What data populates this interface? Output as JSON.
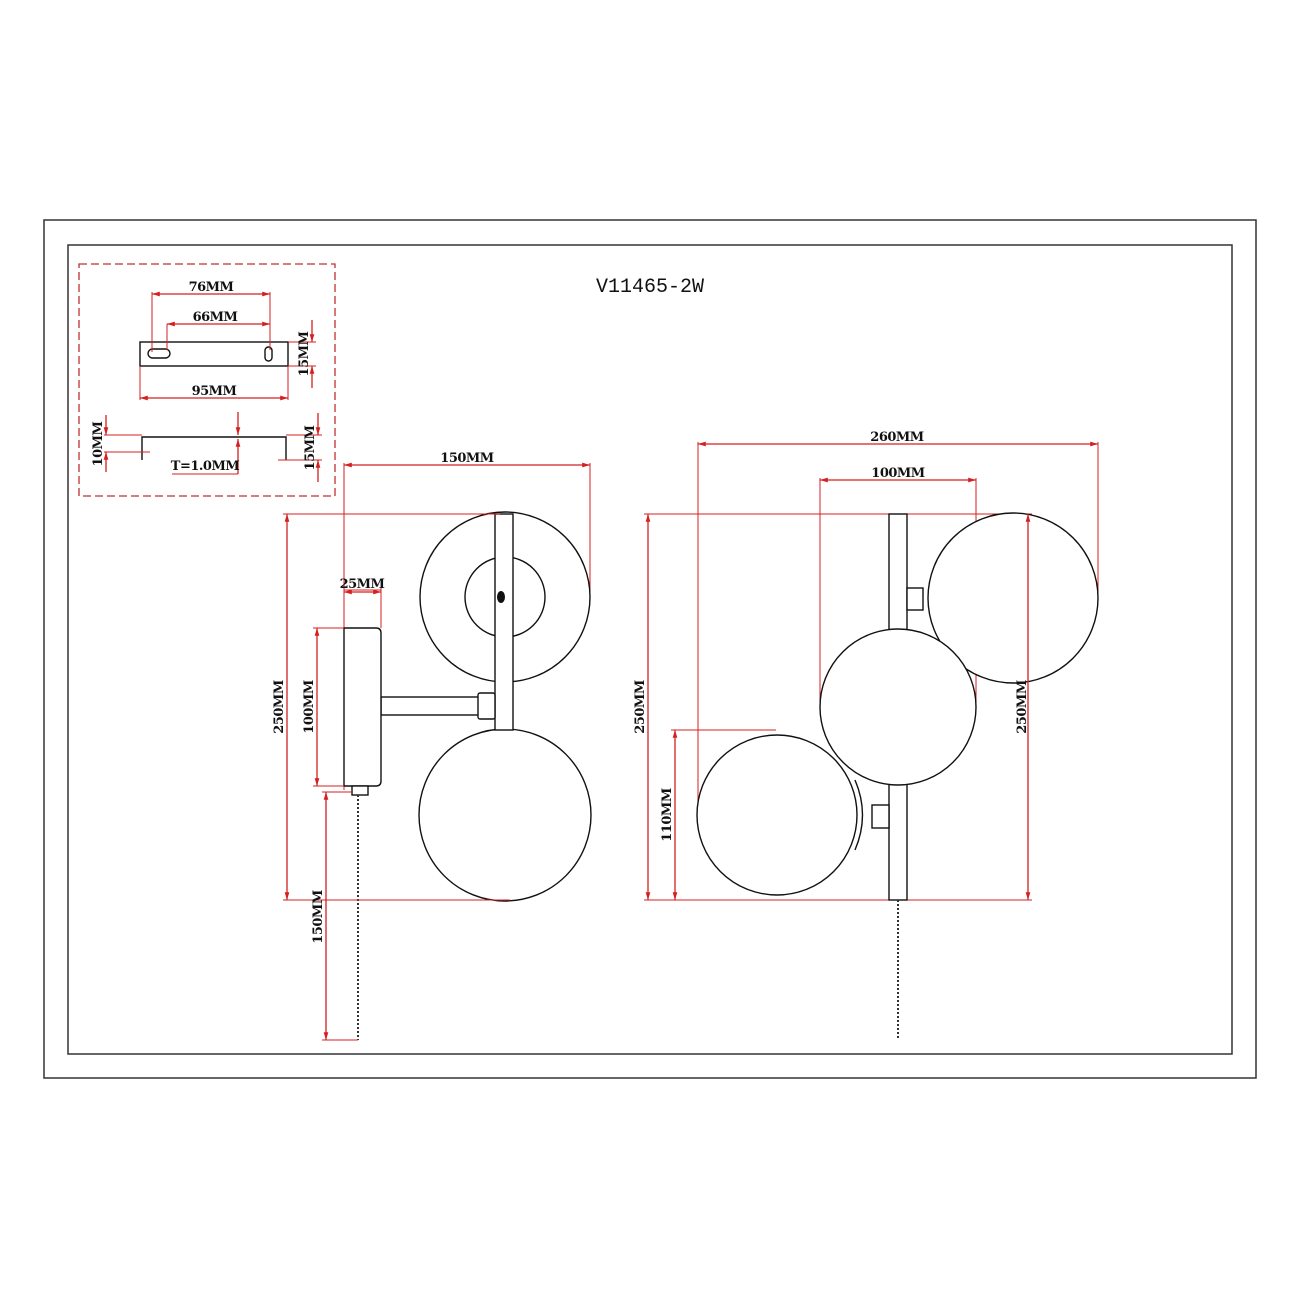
{
  "title": "V11465-2W",
  "bracket": {
    "slot_spacing_outer": "76MM",
    "slot_spacing_inner": "66MM",
    "height": "15MM",
    "length": "95MM",
    "leg_left": "10MM",
    "leg_right": "15MM",
    "thickness": "T=1.0MM"
  },
  "side_view": {
    "depth": "150MM",
    "base_depth": "25MM",
    "height": "250MM",
    "base_height": "100MM",
    "pull_chain": "150MM"
  },
  "front_view": {
    "width": "260MM",
    "globe_offset": "100MM",
    "height_left": "250MM",
    "lower_globe": "110MM",
    "height_right": "250MM"
  },
  "colors": {
    "dimension": "#d42020",
    "outline": "#111111"
  }
}
